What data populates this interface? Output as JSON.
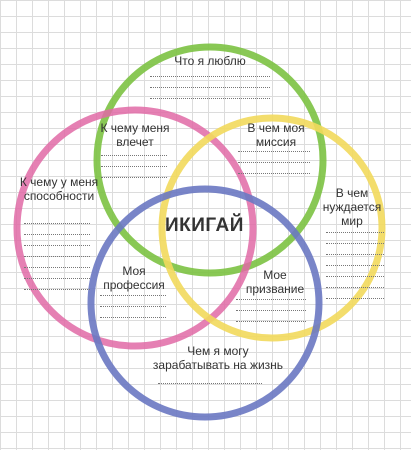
{
  "circles": {
    "love_color": "#7cc242",
    "skill_color": "#e06aa6",
    "need_color": "#f2d95c",
    "paid_color": "#6a78c2"
  },
  "labels": {
    "love": "Что я люблю",
    "attracts": "К чему меня влечет",
    "mission": "В чем моя миссия",
    "skills": "К чему у меня способности",
    "world_needs": "В чем нуждается мир",
    "profession": "Моя профессия",
    "vocation": "Мое призвание",
    "paid": "Чем я могу зарабатывать на жизнь",
    "center": "ИКИГАЙ"
  }
}
